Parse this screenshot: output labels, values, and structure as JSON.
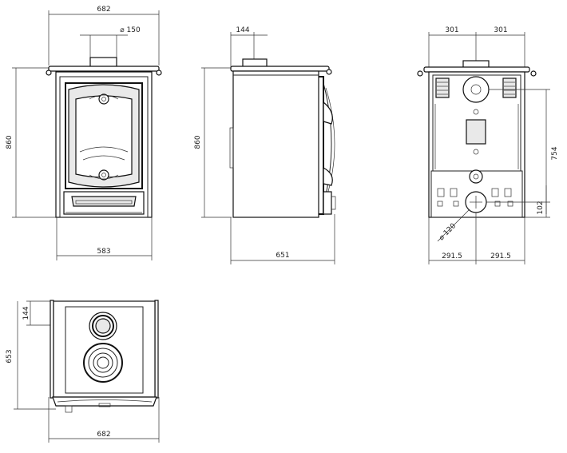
{
  "front_view": {
    "overall_width": "682",
    "flue_diameter": "⌀ 150",
    "height": "860",
    "body_width": "583"
  },
  "side_view": {
    "flue_offset": "144",
    "height": "860",
    "depth": "651"
  },
  "rear_view": {
    "half_width_left": "301",
    "half_width_right": "301",
    "flue_height": "754",
    "outlet_height": "102",
    "outlet_diameter": "⌀ 120",
    "outlet_offset_left": "291.5",
    "outlet_offset_right": "291.5"
  },
  "top_view": {
    "flue_offset": "144",
    "depth": "653",
    "width": "682"
  }
}
